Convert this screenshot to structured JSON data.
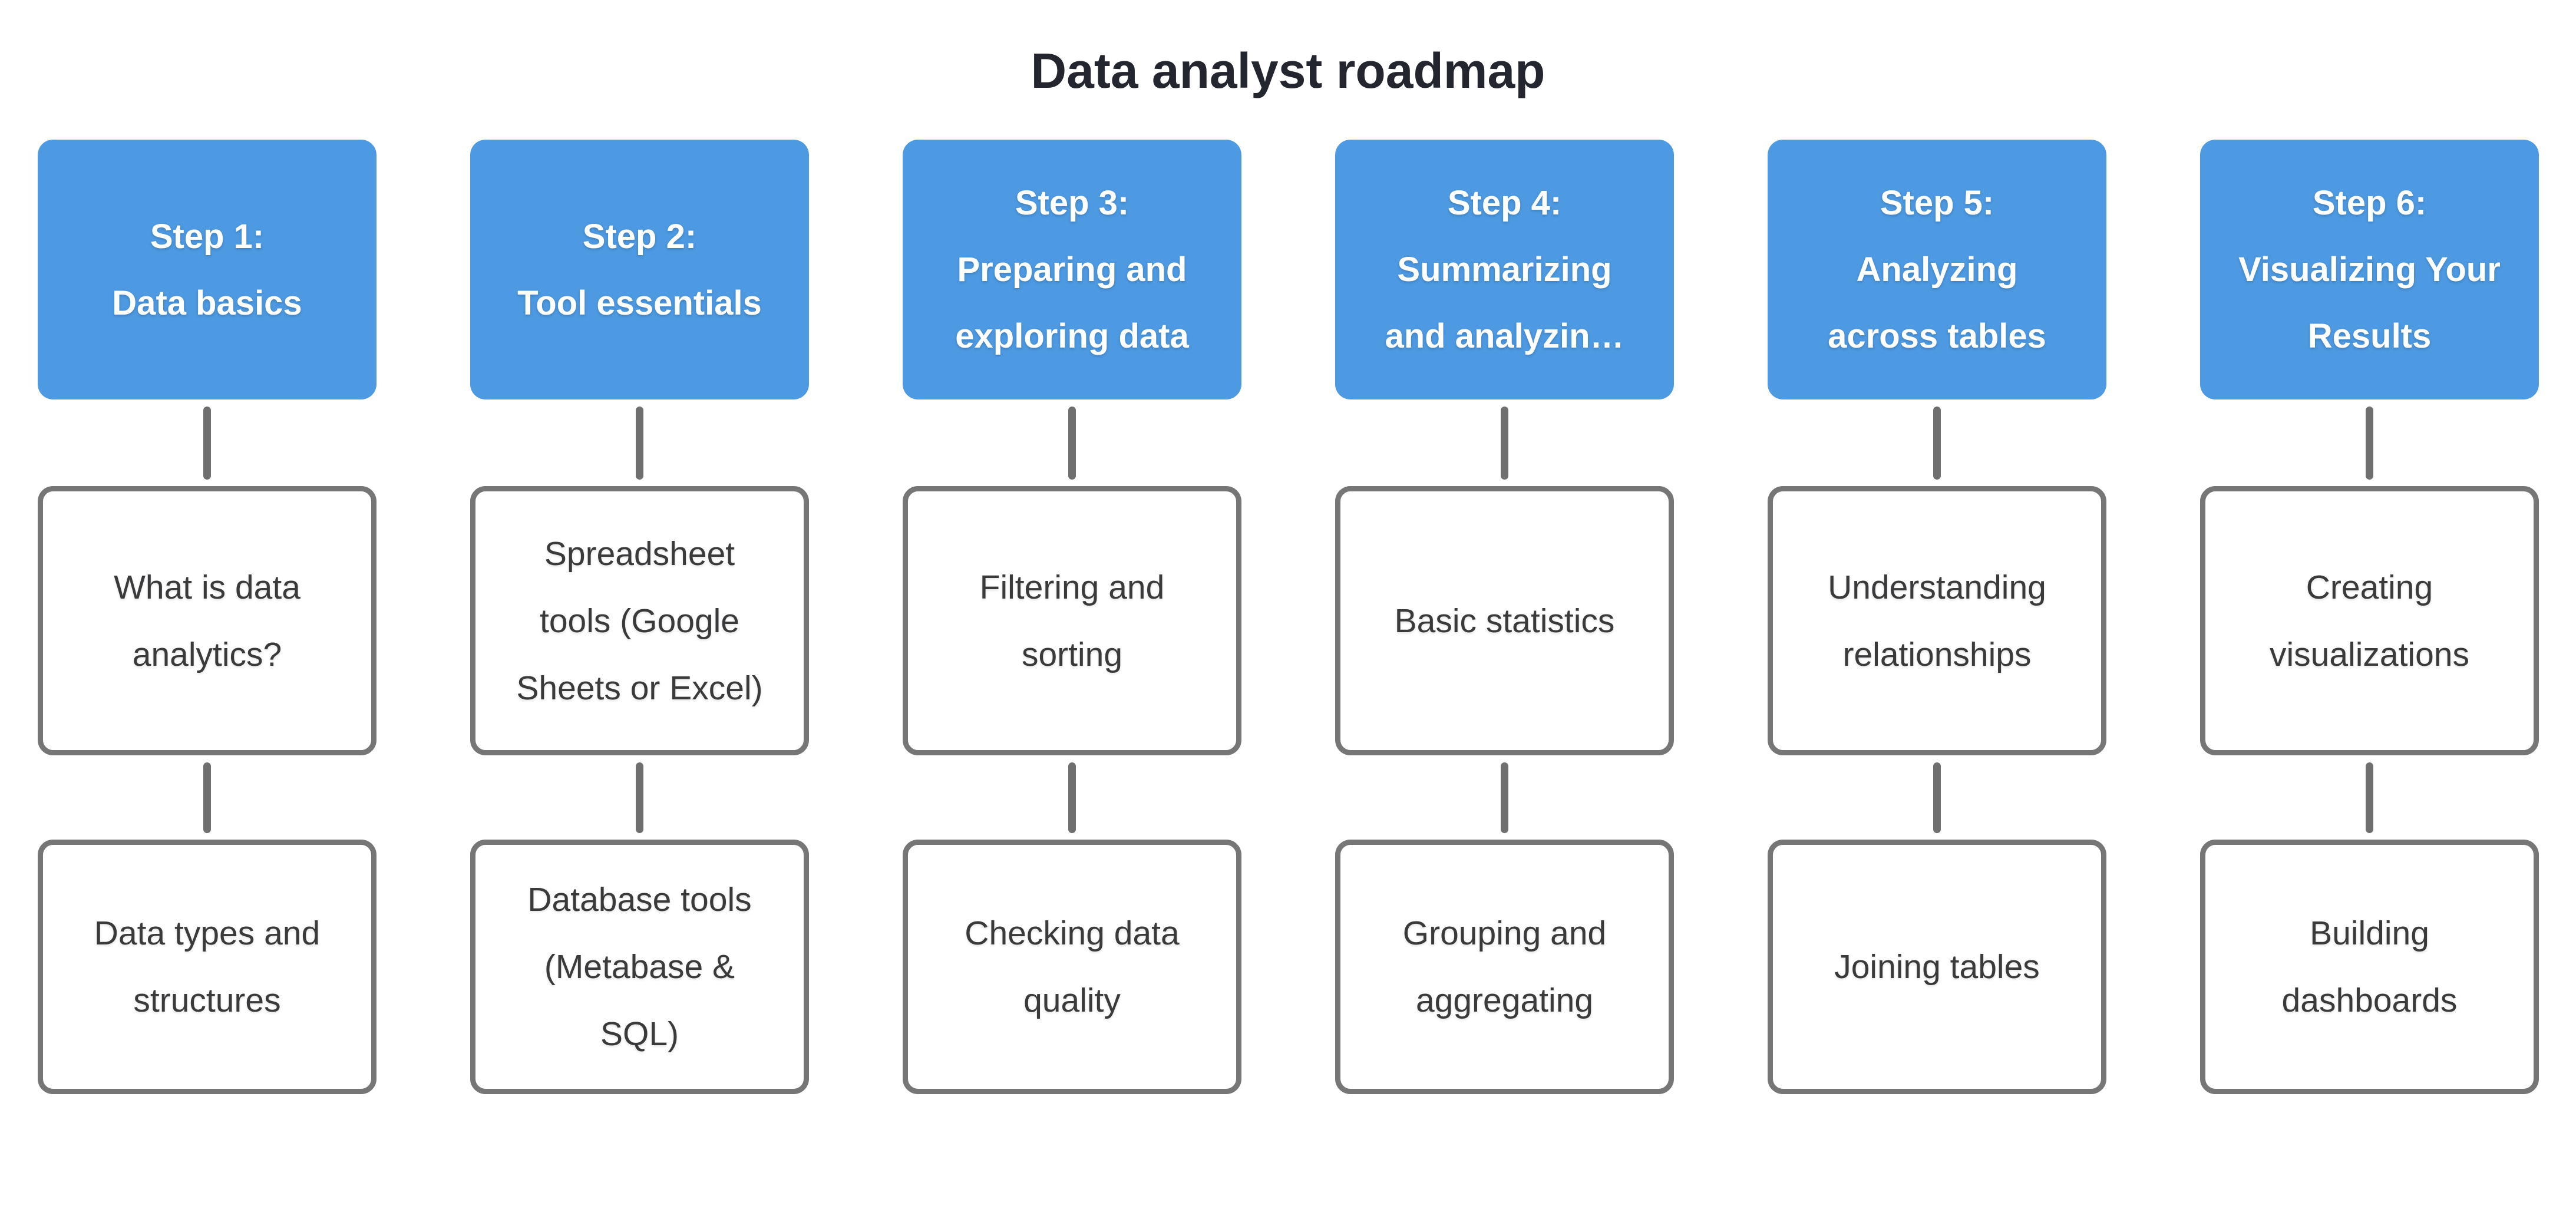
{
  "title": "Data analyst roadmap",
  "colors": {
    "header_bg": "#4d99e2",
    "header_text": "#ffffff",
    "box_border": "#767676",
    "box_bg": "#ffffff",
    "box_text": "#3a3a3c",
    "connector": "#6f6f6f",
    "title_text": "#23262e",
    "canvas_bg": "#ffffff"
  },
  "columns": [
    {
      "header_lines": [
        "Step 1:",
        "Data basics"
      ],
      "items": [
        "What is data analytics?",
        "Data types and structures"
      ]
    },
    {
      "header_lines": [
        "Step 2:",
        "Tool essentials"
      ],
      "items": [
        "Spreadsheet tools (Google Sheets or Excel)",
        "Database tools (Metabase & SQL)"
      ]
    },
    {
      "header_lines": [
        "Step 3:",
        "Preparing and",
        "exploring data"
      ],
      "items": [
        "Filtering and sorting",
        "Checking data quality"
      ]
    },
    {
      "header_lines": [
        "Step 4:",
        "Summarizing",
        "and analyzin…"
      ],
      "items": [
        "Basic statistics",
        "Grouping and aggregating"
      ]
    },
    {
      "header_lines": [
        "Step 5:",
        "Analyzing",
        "across tables"
      ],
      "items": [
        "Understanding relationships",
        "Joining tables"
      ]
    },
    {
      "header_lines": [
        "Step 6:",
        "Visualizing Your",
        "Results"
      ],
      "items": [
        "Creating visualizations",
        "Building dashboards"
      ]
    }
  ]
}
